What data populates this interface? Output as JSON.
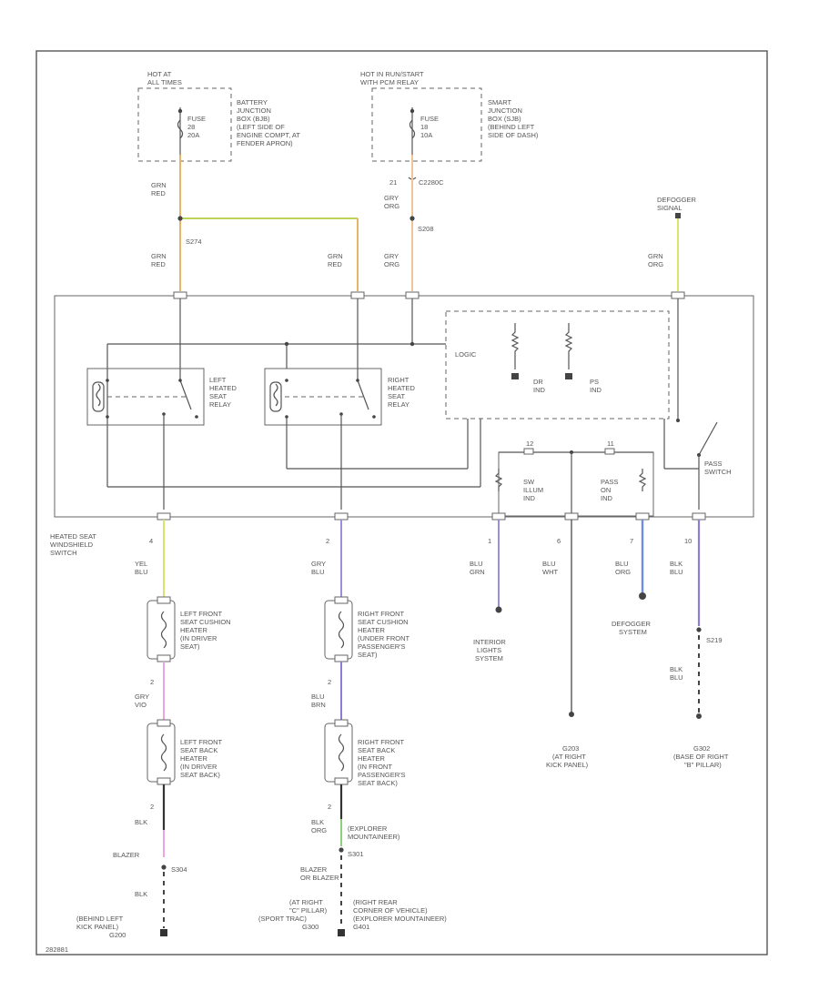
{
  "labels": {
    "hot_batt": [
      "HOT AT",
      "ALL TIMES"
    ],
    "hot_run": [
      "HOT IN RUN/START",
      "WITH PCM RELAY"
    ],
    "fuse1": [
      "FUSE",
      "28",
      "20A"
    ],
    "fuse2": [
      "FUSE",
      "18",
      "10A"
    ],
    "bjb": [
      "BATTERY",
      "JUNCTION",
      "BOX (BJB)",
      "(LEFT SIDE OF",
      "ENGINE COMPT, AT",
      "FENDER APRON)"
    ],
    "sjb": [
      "SMART",
      "JUNCTION",
      "BOX (SJB)",
      "(BEHIND LEFT",
      "SIDE OF DASH)"
    ],
    "c2280c": "C2280C",
    "c2280c_pin": "21",
    "w_grn_red": [
      "GRN",
      "RED"
    ],
    "w_gry_org": [
      "GRY",
      "ORG"
    ],
    "w_grn_org": [
      "GRN",
      "ORG"
    ],
    "s274": "S274",
    "s208": "S208",
    "defogger_signal": [
      "DEFOGGER",
      "SIGNAL"
    ],
    "logic": "LOGIC",
    "dr_ind": [
      "DR",
      "IND"
    ],
    "ps_ind": [
      "PS",
      "IND"
    ],
    "left_relay": [
      "LEFT",
      "HEATED",
      "SEAT",
      "RELAY"
    ],
    "right_relay": [
      "RIGHT",
      "HEATED",
      "SEAT",
      "RELAY"
    ],
    "sw_illum": [
      "SW",
      "ILLUM",
      "IND"
    ],
    "pass_on": [
      "PASS",
      "ON",
      "IND"
    ],
    "pass_switch": [
      "PASS",
      "SWITCH"
    ],
    "pin_11": "11",
    "pin_12": "12",
    "switch_title": [
      "HEATED SEAT",
      "WINDSHIELD",
      "SWITCH"
    ],
    "pin_4": "4",
    "pin_2": "2",
    "pin_1": "1",
    "pin_6": "6",
    "pin_7": "7",
    "pin_10": "10",
    "w_yel_blu": [
      "YEL",
      "BLU"
    ],
    "w_gry_blu": [
      "GRY",
      "BLU"
    ],
    "w_blu_grn": [
      "BLU",
      "GRN"
    ],
    "w_blu_wht": [
      "BLU",
      "WHT"
    ],
    "w_blu_org": [
      "BLU",
      "ORG"
    ],
    "w_blk_blu": [
      "BLK",
      "BLU"
    ],
    "w_gry_vio": [
      "GRY",
      "VIO"
    ],
    "w_blu_brn": [
      "BLU",
      "BRN"
    ],
    "w_blk": "BLK",
    "w_blk_org": [
      "BLK",
      "ORG"
    ],
    "lf_cushion": [
      "LEFT FRONT",
      "SEAT CUSHION",
      "HEATER",
      "(IN DRIVER",
      "SEAT)"
    ],
    "rf_cushion": [
      "RIGHT FRONT",
      "SEAT CUSHION",
      "HEATER",
      "(UNDER FRONT",
      "PASSENGER'S",
      "SEAT)"
    ],
    "lf_back": [
      "LEFT FRONT",
      "SEAT BACK",
      "HEATER",
      "(IN DRIVER",
      "SEAT BACK)"
    ],
    "rf_back": [
      "RIGHT FRONT",
      "SEAT BACK",
      "HEATER",
      "(IN FRONT",
      "PASSENGER'S",
      "SEAT BACK)"
    ],
    "interior_lights": [
      "INTERIOR",
      "LIGHTS",
      "SYSTEM"
    ],
    "defogger_system": [
      "DEFOGGER",
      "SYSTEM"
    ],
    "g203": [
      "G203",
      "(AT RIGHT",
      "KICK PANEL)"
    ],
    "g302": [
      "G302",
      "(BASE OF RIGHT",
      "\"B\" PILLAR)"
    ],
    "s219": "S219",
    "s304": "S304",
    "s301": "S301",
    "blazer": "BLAZER",
    "blazer_or_bravada": [
      "BLAZER",
      "OR BLAZER"
    ],
    "explorer": [
      "(EXPLORER",
      "MOUNTAINEER)"
    ],
    "g200": [
      "(BEHIND LEFT",
      "KICK PANEL)",
      "G200"
    ],
    "g400": [
      "(AT RIGHT",
      "\"C\" PILLAR)",
      "(SPORT TRAC)",
      "G300"
    ],
    "rear_corner": [
      "(RIGHT REAR",
      "CORNER OF VEHICLE)",
      "(EXPLORER MOUNTAINEER)",
      "G401"
    ],
    "figure_id": "282881"
  },
  "colors": {
    "orange": "#e6b36a",
    "green_yellow": "#bcd35a",
    "yellow_green": "#d9e46e",
    "pink": "#e9a6e4",
    "violet": "#8d7ad9",
    "purple": "#9a8fdc",
    "blue": "#6d8ee2",
    "black": "#333333",
    "green": "#8cd07a"
  }
}
